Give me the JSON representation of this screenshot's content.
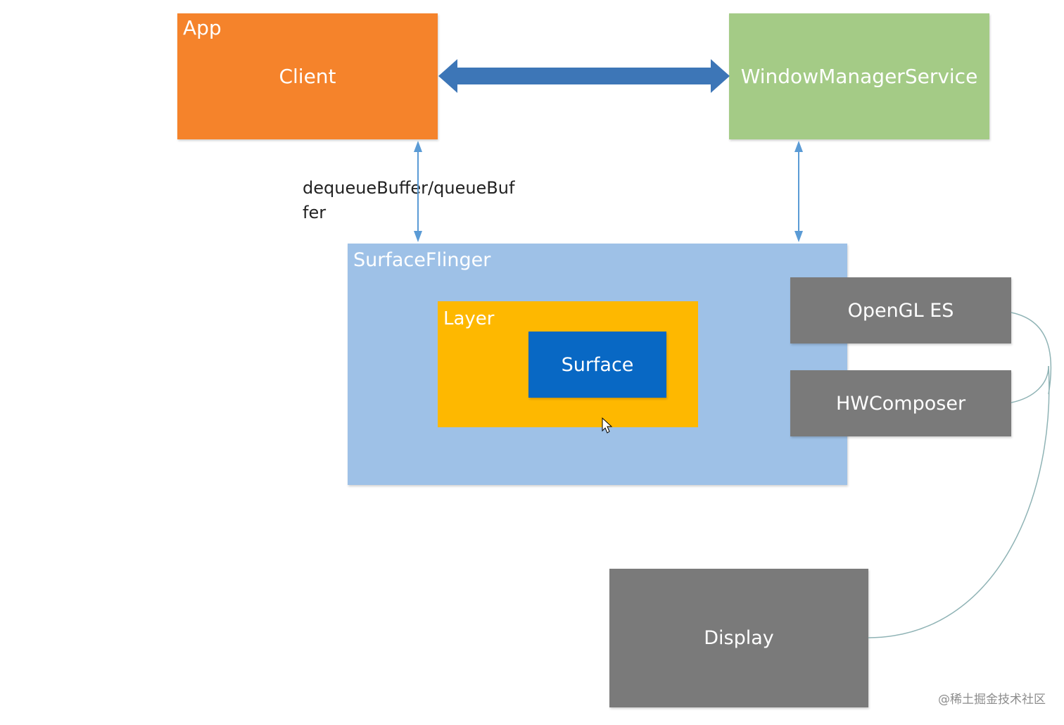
{
  "colors": {
    "app": "#f5832b",
    "wms": "#a4cb86",
    "surfaceflinger": "#9ec1e7",
    "layer": "#feb800",
    "surface": "#0868c4",
    "gray_box": "#7a7a7a",
    "arrow_big": "#3d76b7",
    "arrow_thin": "#5b9bd5",
    "curve": "#8fb3b5"
  },
  "app": {
    "title": "App",
    "label": "Client"
  },
  "wms": {
    "label": "WindowManagerService"
  },
  "surfaceflinger": {
    "title": "SurfaceFlinger"
  },
  "layer": {
    "title": "Layer"
  },
  "surface": {
    "label": "Surface"
  },
  "opengl": {
    "label": "OpenGL ES"
  },
  "hwcomposer": {
    "label": "HWComposer"
  },
  "display": {
    "label": "Display"
  },
  "edges": {
    "client_sf_line1": "dequeueBuffer/queueBuf",
    "client_sf_line2": "fer"
  },
  "watermark": "@稀土掘金技术社区",
  "icons": [
    "mouse-cursor-icon"
  ]
}
